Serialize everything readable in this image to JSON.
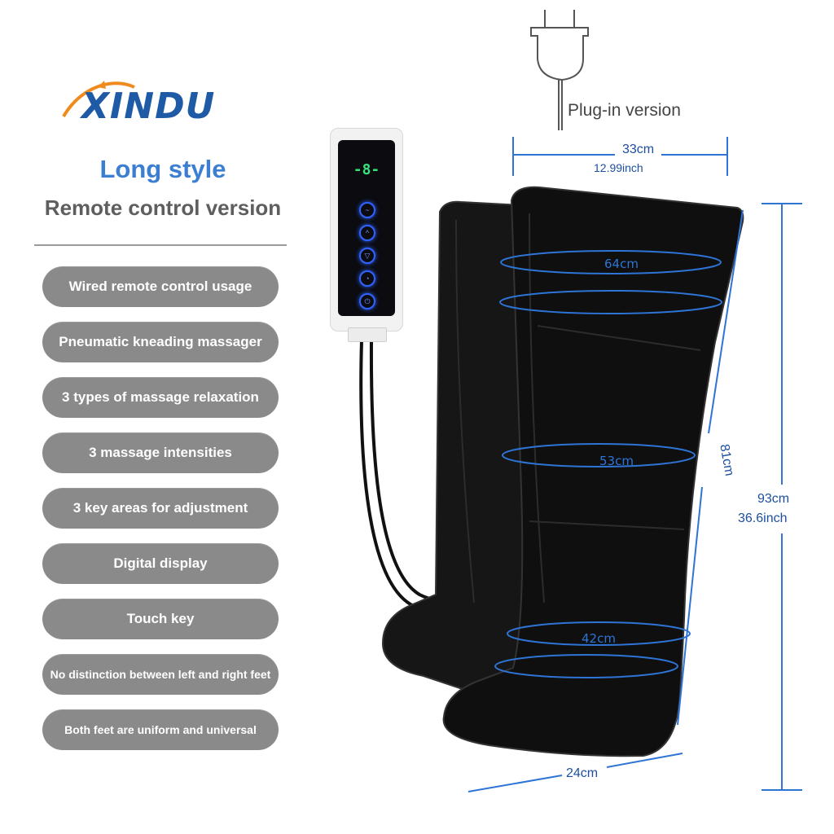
{
  "brand": {
    "logo_text": "XINDU"
  },
  "heading": {
    "style_title": "Long style",
    "version_title": "Remote control version"
  },
  "features": [
    {
      "label": "Wired remote control usage"
    },
    {
      "label": "Pneumatic kneading massager"
    },
    {
      "label": "3 types of massage relaxation"
    },
    {
      "label": "3 massage intensities"
    },
    {
      "label": "3 key areas for adjustment"
    },
    {
      "label": "Digital display"
    },
    {
      "label": "Touch key"
    },
    {
      "label": "No distinction between left and right feet"
    },
    {
      "label": "Both feet are uniform and universal"
    }
  ],
  "plug": {
    "label": "Plug-in version"
  },
  "remote": {
    "display": "-8-"
  },
  "dimensions": {
    "top_width_cm": "33cm",
    "top_width_inch": "12.99inch",
    "upper_circumference": "64cm",
    "mid_circumference": "53cm",
    "ankle_circumference": "42cm",
    "leg_length": "81cm",
    "total_height_cm": "93cm",
    "total_height_inch": "36.6inch",
    "foot_length": "24cm"
  },
  "colors": {
    "brand_blue": "#1f5aa6",
    "accent_blue": "#3b7ed2",
    "pill_gray": "#8a8a8a",
    "dimension_blue": "#1d4f9e",
    "display_green": "#38e27a"
  }
}
